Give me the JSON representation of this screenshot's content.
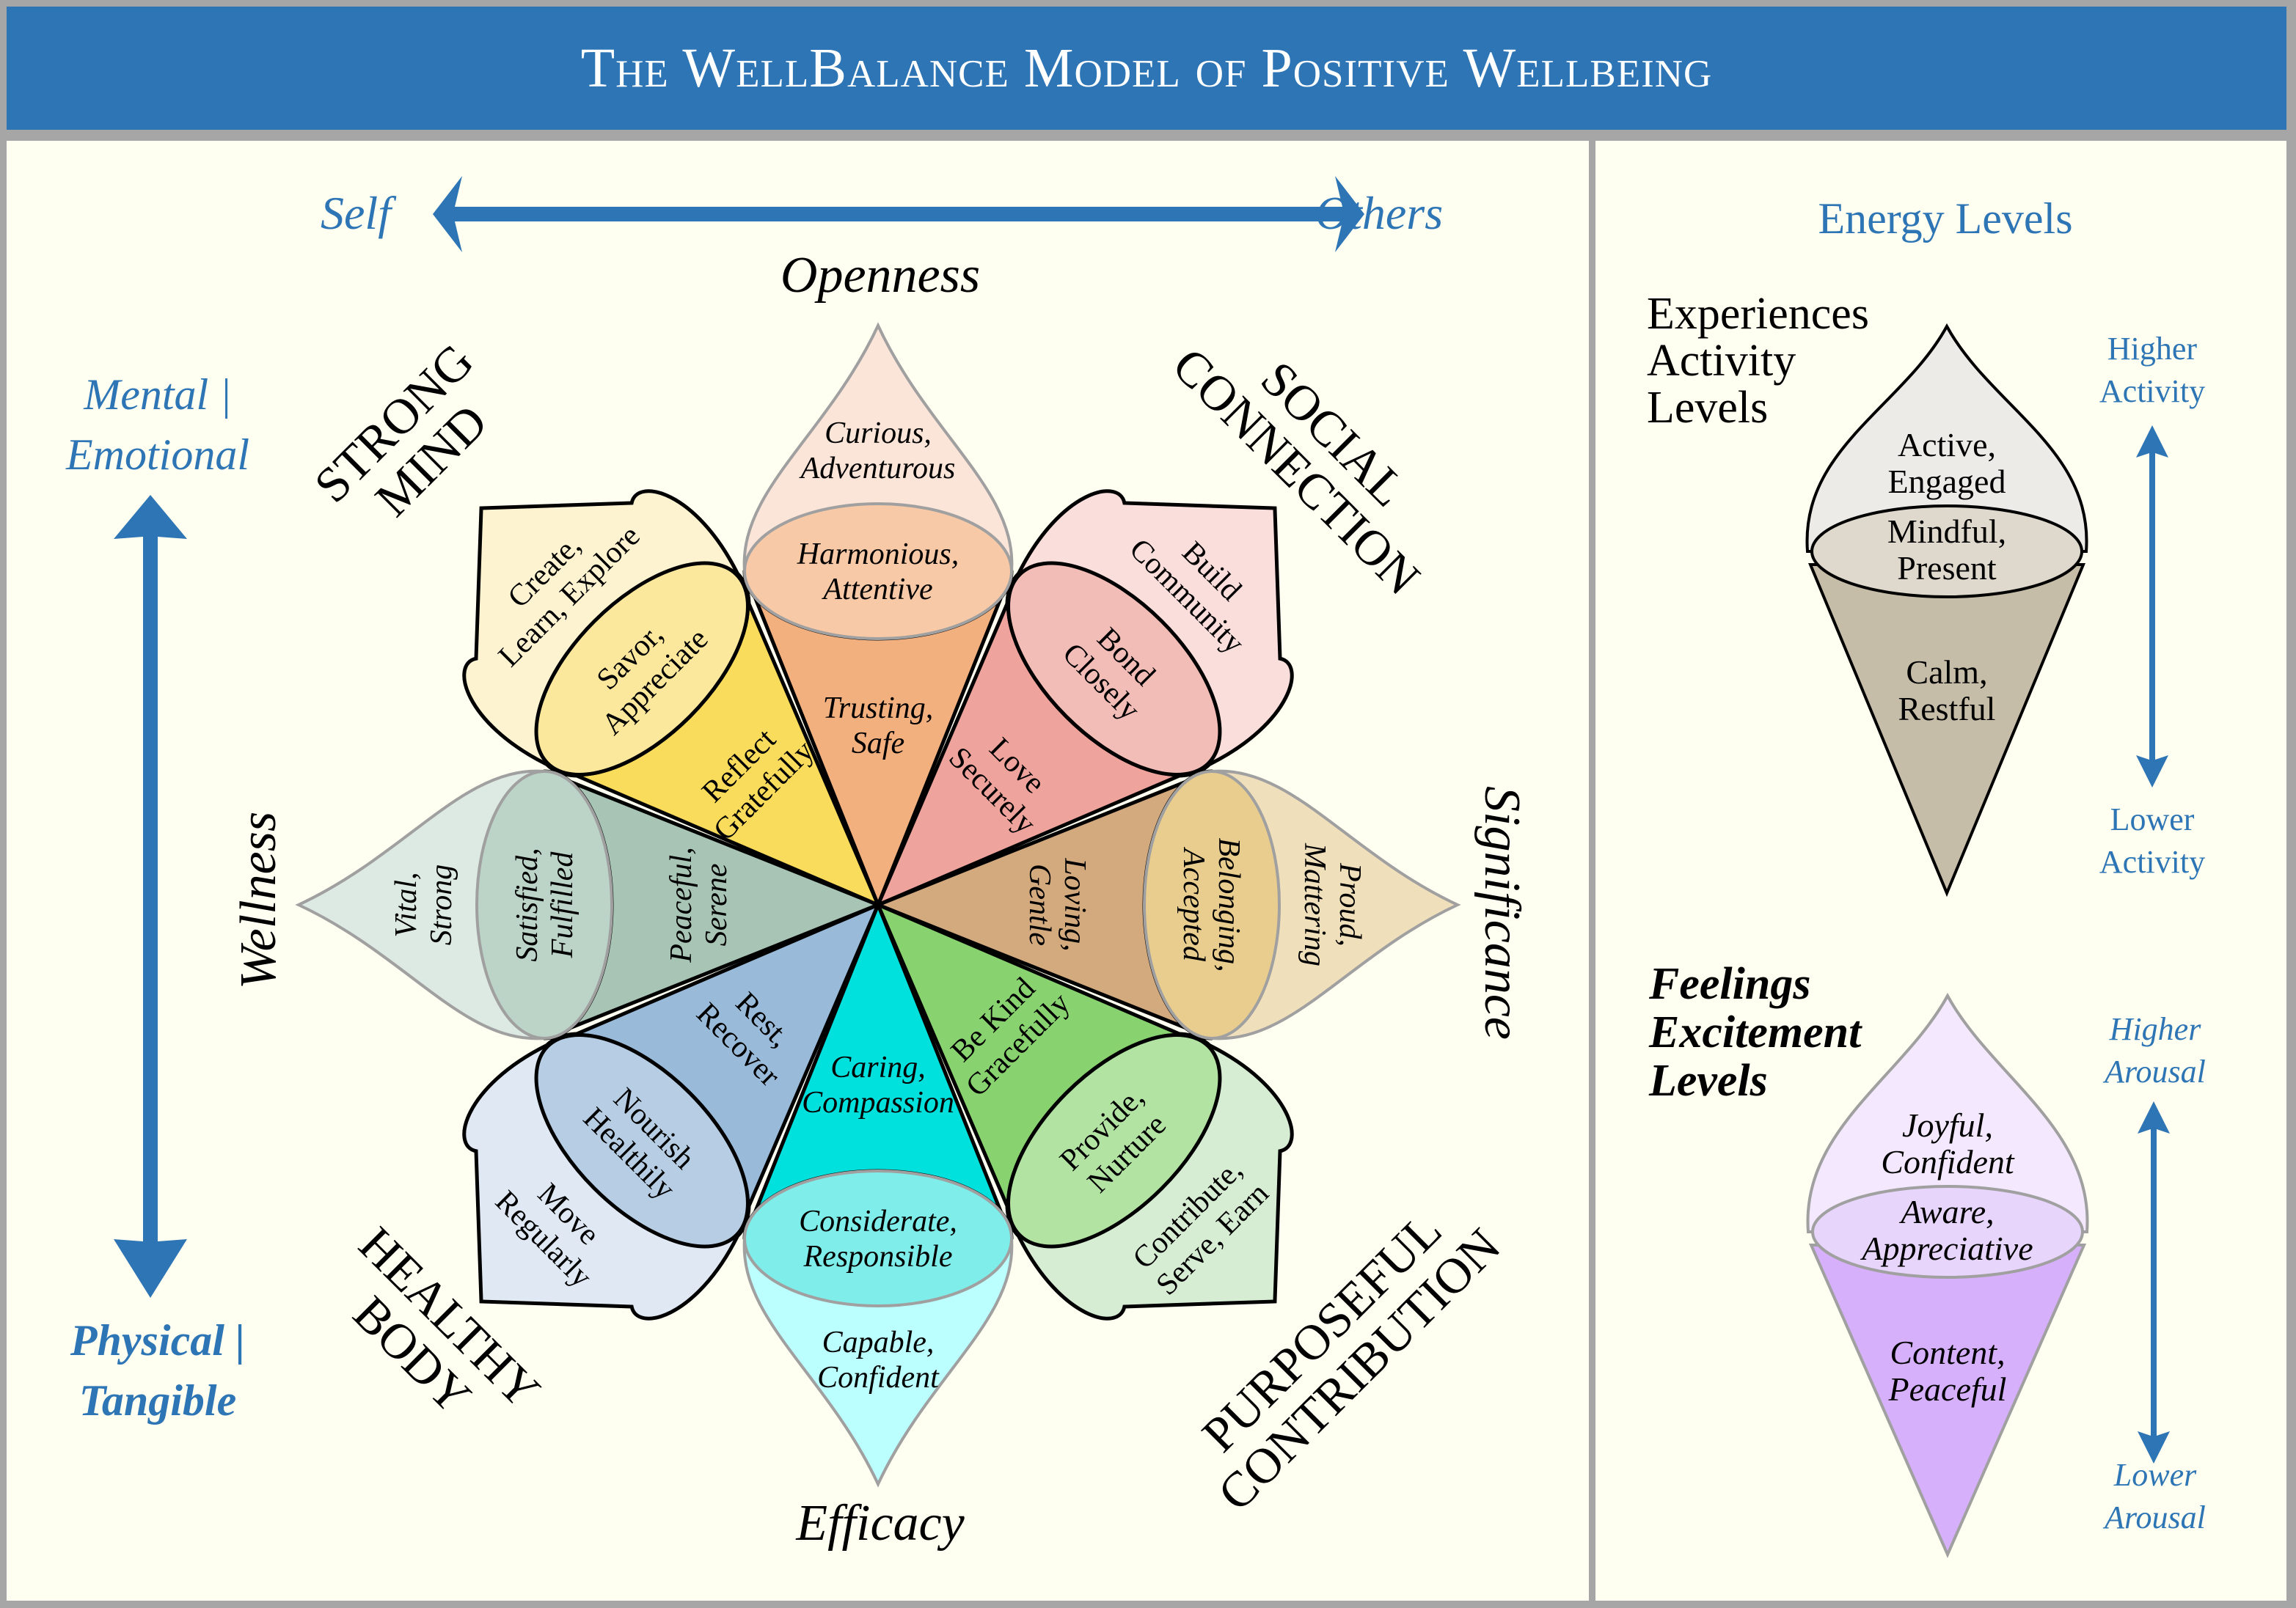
{
  "header": {
    "title": "The WellBalance Model of Positive Wellbeing"
  },
  "colors": {
    "header_bg": "#2e75b5",
    "frame": "#a6a6a6",
    "panel_bg": "#fefff0",
    "accent_text": "#2e75b5"
  },
  "model": {
    "horizontal_axis": {
      "left_label": "Self",
      "right_label": "Others"
    },
    "vertical_axis": {
      "top_label_line1": "Mental |",
      "top_label_line2": "Emotional",
      "bottom_label_line1": "Physical |",
      "bottom_label_line2": "Tangible"
    },
    "quadrants": {
      "top_left": [
        "STRONG",
        "MIND"
      ],
      "top_right": [
        "SOCIAL",
        "CONNECTION"
      ],
      "bottom_left": [
        "HEALTHY",
        "BODY"
      ],
      "bottom_right": [
        "PURPOSEFUL",
        "CONTRIBUTION"
      ]
    },
    "petals": [
      {
        "id": "openness",
        "direction": "top",
        "kind": "feeling",
        "category": "Openness",
        "fill_inner": "#f3b07f",
        "fill_ellipse": "#f7c9a6",
        "fill_cap": "#fbe4d8",
        "inner": [
          "Trusting,",
          "Safe"
        ],
        "middle": [
          "Harmonious,",
          "Attentive"
        ],
        "outer": [
          "Curious,",
          "Adventurous"
        ]
      },
      {
        "id": "social-connection",
        "direction": "top-right",
        "kind": "activity",
        "fill_inner": "#eea39c",
        "fill_ellipse": "#f2bcb7",
        "fill_cap": "#fadedb",
        "inner": [
          "Love",
          "Securely"
        ],
        "middle": [
          "Bond",
          "Closely"
        ],
        "outer": [
          "Build",
          "Community"
        ]
      },
      {
        "id": "significance",
        "direction": "right",
        "kind": "feeling",
        "category": "Significance",
        "fill_inner": "#d3a97e",
        "fill_ellipse": "#e8cd8e",
        "fill_cap": "#f0dfbb",
        "inner": [
          "Loving,",
          "Gentle"
        ],
        "middle": [
          "Belonging,",
          "Accepted"
        ],
        "outer": [
          "Proud,",
          "Mattering"
        ]
      },
      {
        "id": "purposeful-contribution",
        "direction": "bottom-right",
        "kind": "activity",
        "fill_inner": "#89d270",
        "fill_ellipse": "#b2e3a2",
        "fill_cap": "#d6ecd3",
        "inner": [
          "Be Kind",
          "Gracefully"
        ],
        "middle": [
          "Provide,",
          "Nurture"
        ],
        "outer": [
          "Contribute,",
          "Serve, Earn"
        ]
      },
      {
        "id": "efficacy",
        "direction": "bottom",
        "kind": "feeling",
        "category": "Efficacy",
        "fill_inner": "#00e0dc",
        "fill_ellipse": "#7feeea",
        "fill_cap": "#bbffff",
        "inner": [
          "Caring,",
          "Compassion"
        ],
        "middle": [
          "Considerate,",
          "Responsible"
        ],
        "outer": [
          "Capable,",
          "Confident"
        ]
      },
      {
        "id": "healthy-body",
        "direction": "bottom-left",
        "kind": "activity",
        "fill_inner": "#99bad8",
        "fill_ellipse": "#b6cde3",
        "fill_cap": "#dfe8f3",
        "inner": [
          "Rest,",
          "Recover"
        ],
        "middle": [
          "Nourish",
          "Healthily"
        ],
        "outer": [
          "Move",
          "Regularly"
        ]
      },
      {
        "id": "wellness",
        "direction": "left",
        "kind": "feeling",
        "category": "Wellness",
        "fill_inner": "#a7c4b5",
        "fill_ellipse": "#bcd4c8",
        "fill_cap": "#dde9e3",
        "inner": [
          "Peaceful,",
          "Serene"
        ],
        "middle": [
          "Satisfied,",
          "Fulfilled"
        ],
        "outer": [
          "Vital,",
          "Strong"
        ]
      },
      {
        "id": "strong-mind",
        "direction": "top-left",
        "kind": "activity",
        "fill_inner": "#fadc5d",
        "fill_ellipse": "#fce89d",
        "fill_cap": "#fdf3d1",
        "inner": [
          "Reflect",
          "Gratefully"
        ],
        "middle": [
          "Savor,",
          "Appreciate"
        ],
        "outer": [
          "Create,",
          "Learn, Explore"
        ]
      }
    ]
  },
  "energy": {
    "title": "Energy Levels",
    "experiences": {
      "heading": [
        "Experiences",
        "Activity",
        "Levels"
      ],
      "fill_cap": "#edebe7",
      "fill_ellipse": "#dfd8cd",
      "fill_cone": "#c6bda9",
      "top": [
        "Active,",
        "Engaged"
      ],
      "middle": [
        "Mindful,",
        "Present"
      ],
      "bottom": [
        "Calm,",
        "Restful"
      ],
      "higher": [
        "Higher",
        "Activity"
      ],
      "lower": [
        "Lower",
        "Activity"
      ]
    },
    "feelings": {
      "heading": [
        "Feelings",
        "Excitement",
        "Levels"
      ],
      "fill_cap": "#f3e8fd",
      "fill_ellipse": "#e8d5fb",
      "fill_cone": "#d6b0fa",
      "top": [
        "Joyful,",
        "Confident"
      ],
      "middle": [
        "Aware,",
        "Appreciative"
      ],
      "bottom": [
        "Content,",
        "Peaceful"
      ],
      "higher": [
        "Higher",
        "Arousal"
      ],
      "lower": [
        "Lower",
        "Arousal"
      ]
    }
  }
}
